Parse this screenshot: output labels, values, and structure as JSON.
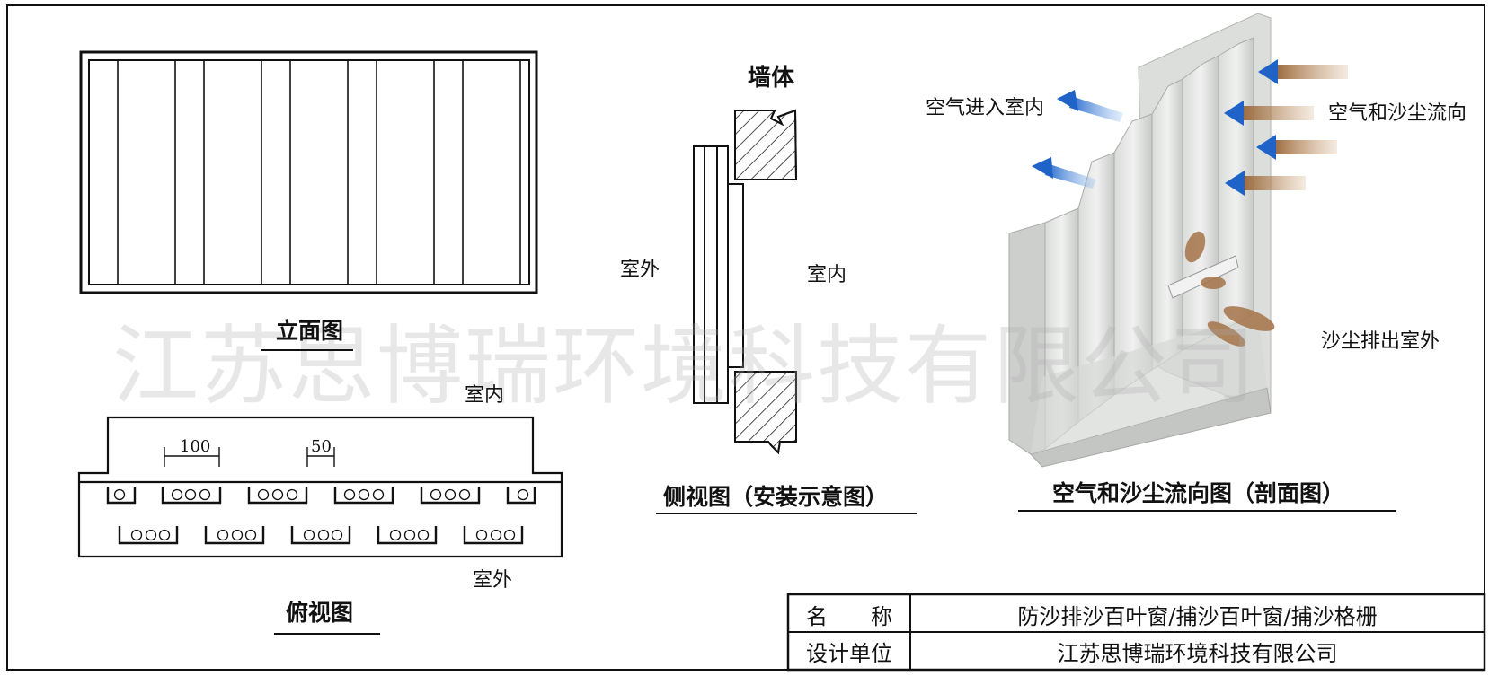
{
  "labels": {
    "elevation_title": "立面图",
    "plan_title": "俯视图",
    "plan_indoor": "室内",
    "plan_outdoor": "室外",
    "dim_100": "100",
    "dim_50": "50",
    "wall": "墙体",
    "side_outdoor": "室外",
    "side_indoor": "室内",
    "side_title": "侧视图（安装示意图）",
    "air_in": "空气进入室内",
    "air_sand_flow": "空气和沙尘流向",
    "sand_out": "沙尘排出室外",
    "section_title": "空气和沙尘流向图（剖面图）"
  },
  "title_block": {
    "name_label": "名　　称",
    "name_value": "防沙排沙百叶窗/捕沙百叶窗/捕沙格栅",
    "unit_label": "设计单位",
    "unit_value": "江苏思博瑞环境科技有限公司"
  },
  "watermark": "江苏思博瑞环境科技有限公司",
  "colors": {
    "line": "#111111",
    "arrow_blue": "#1f63c9",
    "sand": "#b8865a",
    "louver_light": "#e6e7e6",
    "louver_shade": "#c9cbc9"
  }
}
